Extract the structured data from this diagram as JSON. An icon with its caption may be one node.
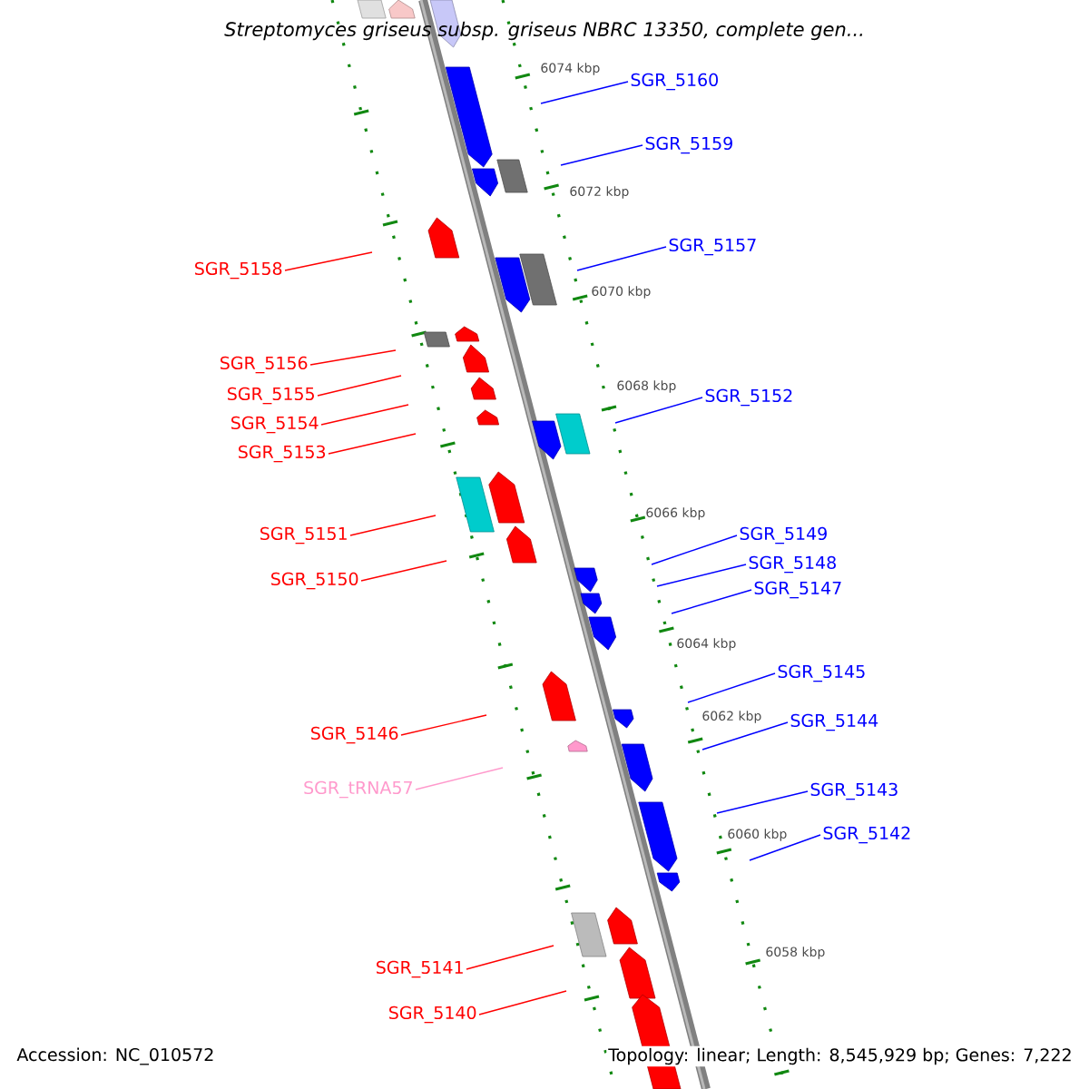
{
  "diagram": {
    "title": "*Streptomyces griseus subsp. griseus NBRC 13350, complete gen...*",
    "nodes": [
      {
        "text": [
          "SGR_5160"
        ]
      },
      {
        "text": [
          "SGR_5159"
        ]
      },
      {
        "text": [
          "SGR_5157"
        ]
      },
      {
        "text": [
          "SGR_5158"
        ]
      },
      {
        "text": [
          "SGR_5156"
        ]
      },
      {
        "text": [
          "SGR_5155"
        ]
      },
      {
        "text": [
          "SGR_5152"
        ]
      },
      {
        "text": [
          "SGR_5154"
        ]
      },
      {
        "text": [
          "SGR_5153"
        ]
      },
      {
        "text": [
          "SGR_5151"
        ]
      },
      {
        "text": [
          "SGR_5149"
        ]
      },
      {
        "text": [
          "SGR_5148"
        ]
      },
      {
        "text": [
          "SGR_5150"
        ]
      },
      {
        "text": [
          "SGR_5147"
        ]
      },
      {
        "text": [
          "SGR_5145"
        ]
      },
      {
        "text": [
          "SGR_5144"
        ]
      },
      {
        "text": [
          "SGR_5146"
        ]
      },
      {
        "text": [
          "SGR_tRNA57"
        ]
      },
      {
        "text": [
          "SGR_5143"
        ]
      },
      {
        "text": [
          "SGR_5142"
        ]
      },
      {
        "text": [
          "SGR_5141"
        ]
      },
      {
        "text": [
          "SGR_5140"
        ]
      }
    ],
    "edges": [
      {
        "from": 0,
        "to": null,
        "arrow": "none",
        "color": "#0000ff"
      },
      {
        "from": 1,
        "to": null,
        "arrow": "none",
        "color": "#0000ff"
      },
      {
        "from": 2,
        "to": null,
        "arrow": "none",
        "color": "#0000ff"
      },
      {
        "from": 3,
        "to": null,
        "arrow": "none",
        "color": "#ff0000"
      },
      {
        "from": 4,
        "to": null,
        "arrow": "none",
        "color": "#ff0000"
      },
      {
        "from": 5,
        "to": null,
        "arrow": "none",
        "color": "#ff0000"
      },
      {
        "from": 6,
        "to": null,
        "arrow": "none",
        "color": "#0000ff"
      },
      {
        "from": 7,
        "to": null,
        "arrow": "none",
        "color": "#ff0000"
      },
      {
        "from": 8,
        "to": null,
        "arrow": "none",
        "color": "#ff0000"
      },
      {
        "from": 9,
        "to": null,
        "arrow": "none",
        "color": "#ff0000"
      },
      {
        "from": 10,
        "to": null,
        "arrow": "none",
        "color": "#0000ff"
      },
      {
        "from": 11,
        "to": null,
        "arrow": "none",
        "color": "#0000ff"
      },
      {
        "from": 12,
        "to": null,
        "arrow": "none",
        "color": "#ff0000"
      },
      {
        "from": 13,
        "to": null,
        "arrow": "none",
        "color": "#0000ff"
      },
      {
        "from": 14,
        "to": null,
        "arrow": "none",
        "color": "#0000ff"
      },
      {
        "from": 15,
        "to": null,
        "arrow": "none",
        "color": "#0000ff"
      },
      {
        "from": 16,
        "to": null,
        "arrow": "none",
        "color": "#ff0000"
      },
      {
        "from": 17,
        "to": null,
        "arrow": "none",
        "color": "#ff99cc"
      },
      {
        "from": 18,
        "to": null,
        "arrow": "none",
        "color": "#0000ff"
      },
      {
        "from": 19,
        "to": null,
        "arrow": "none",
        "color": "#0000ff"
      },
      {
        "from": 20,
        "to": null,
        "arrow": "none",
        "color": "#ff0000"
      },
      {
        "from": 21,
        "to": null,
        "arrow": "none",
        "color": "#ff0000"
      }
    ],
    "labels": [
      "6074 kbp",
      "6072 kbp",
      "6070 kbp",
      "6068 kbp",
      "6066 kbp",
      "6064 kbp",
      "6062 kbp",
      "6060 kbp",
      "6058 kbp",
      "Accession: NC_010572",
      "Topology: linear; Length: 8,545,929 bp; Genes: 7,222"
    ]
  }
}
